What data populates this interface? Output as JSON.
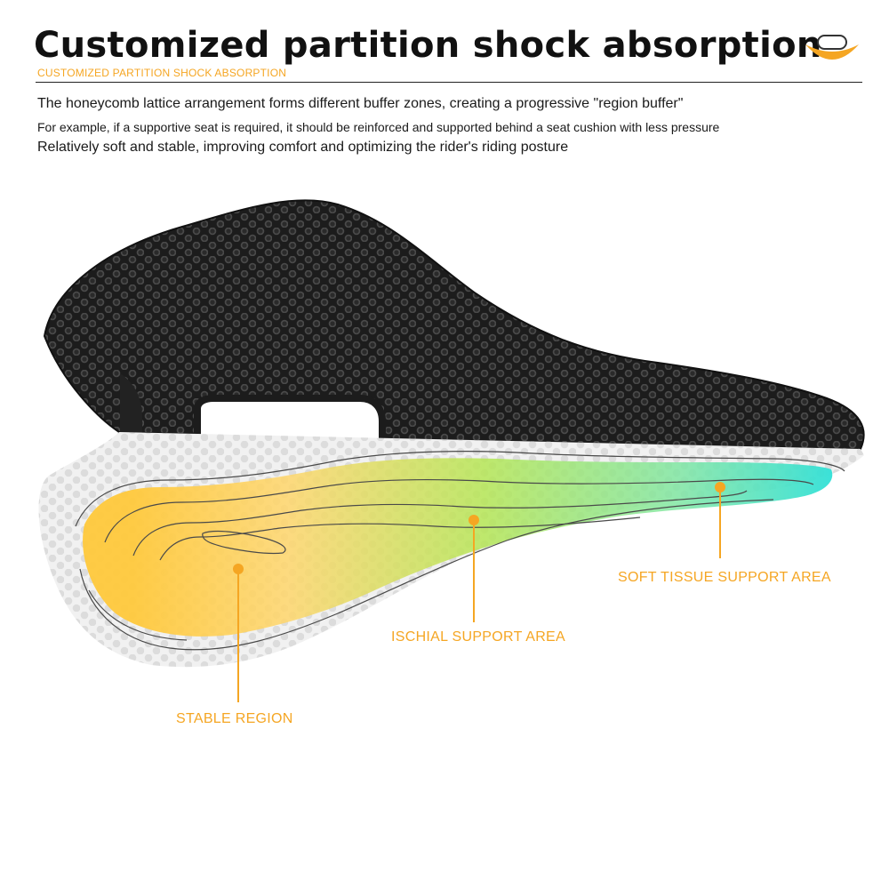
{
  "header": {
    "title": "Customized partition shock absorption",
    "subtitle": "CUSTOMIZED PARTITION SHOCK ABSORPTION"
  },
  "description": {
    "line1": "The honeycomb lattice arrangement forms different buffer zones, creating a progressive \"region buffer\"",
    "line2": "For example, if a supportive seat is required, it should be reinforced and supported behind a seat cushion with less pressure",
    "line3": "Relatively soft and stable, improving comfort and optimizing the rider's riding posture"
  },
  "callouts": {
    "soft_tissue": "SOFT TISSUE SUPPORT AREA",
    "ischial": "ISCHIAL SUPPORT AREA",
    "stable": "STABLE REGION"
  },
  "colors": {
    "accent": "#f5a623",
    "zone_stable": "#ffc93c",
    "zone_ischial": "#b5e655",
    "zone_soft": "#2fe0d8",
    "saddle_dark": "#1c1c1c"
  },
  "icons": {
    "logo": "saddle-logo-icon"
  }
}
